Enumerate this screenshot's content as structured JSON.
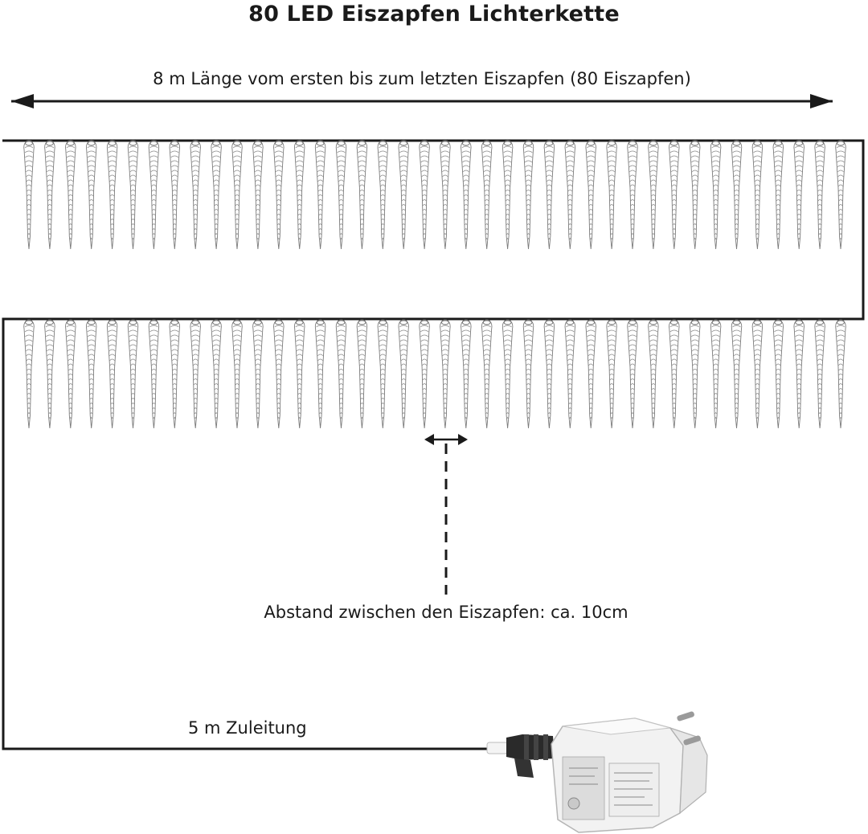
{
  "title": "80 LED  Eiszapfen Lichterkette",
  "labels": {
    "length": "8 m Länge vom ersten bis zum letzten Eiszapfen (80 Eiszapfen)",
    "spacing": "Abstand zwischen den Eiszapfen: ca. 10cm",
    "cable": "5 m Zuleitung"
  },
  "rows": [
    {
      "name": "top-row",
      "icicle_count": 40
    },
    {
      "name": "bottom-row",
      "icicle_count": 40
    }
  ],
  "icons": {
    "arrow": "double-arrow-icon",
    "adapter": "power-adapter-icon",
    "icicle": "icicle-led-icon"
  },
  "colors": {
    "line": "#1a1a1a",
    "icicle": "#777777",
    "adapter_body": "#f2f2f2",
    "connector": "#2a2a2a"
  }
}
